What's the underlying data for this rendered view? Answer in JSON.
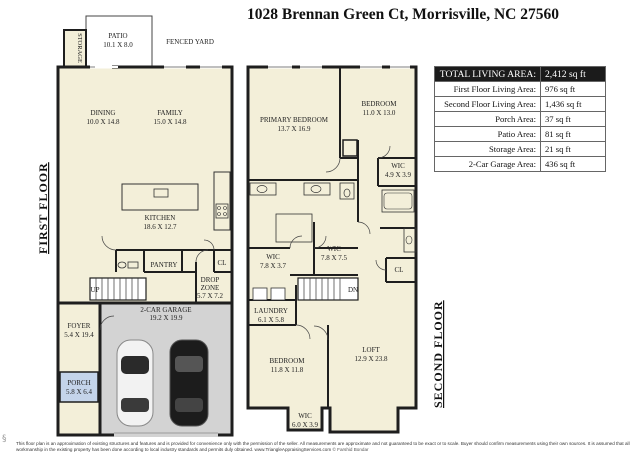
{
  "address": "1028 Brennan Green Ct, Morrisville, NC 27560",
  "first_floor": {
    "title": "FIRST FLOOR",
    "rooms": {
      "storage": "STORAGE",
      "patio_name": "PATIO",
      "patio_dim": "10.1 X 8.0",
      "fenced_yard": "FENCED YARD",
      "dining_name": "DINING",
      "dining_dim": "10.0 X 14.8",
      "family_name": "FAMILY",
      "family_dim": "15.0 X 14.8",
      "kitchen_name": "KITCHEN",
      "kitchen_dim": "18.6 X 12.7",
      "pantry": "PANTRY",
      "cl": "CL",
      "drop_name": "DROP",
      "drop_name2": "ZONE",
      "drop_dim": "5.7 X 7.2",
      "up": "UP",
      "garage_name": "2-CAR GARAGE",
      "garage_dim": "19.2 X 19.9",
      "foyer_name": "FOYER",
      "foyer_dim": "5.4 X 19.4",
      "porch_name": "PORCH",
      "porch_dim": "5.8 X 6.4"
    }
  },
  "second_floor": {
    "title": "SECOND FLOOR",
    "rooms": {
      "primary_name": "PRIMARY BEDROOM",
      "primary_dim": "13.7 X 16.9",
      "bed1_name": "BEDROOM",
      "bed1_dim": "11.0 X 13.0",
      "wic1_name": "WIC",
      "wic1_dim": "4.9 X 3.9",
      "wic2_name": "WIC",
      "wic2_dim": "7.8 X 3.7",
      "wic3_name": "WIC",
      "wic3_dim": "7.8 X 7.5",
      "cl": "CL",
      "dn": "DN",
      "laundry_name": "LAUNDRY",
      "laundry_dim": "6.1 X 5.8",
      "bed2_name": "BEDROOM",
      "bed2_dim": "11.8 X 11.8",
      "loft_name": "LOFT",
      "loft_dim": "12.9 X 23.8",
      "wic4_name": "WIC",
      "wic4_dim": "6.0 X 3.9"
    }
  },
  "areas": {
    "rows": [
      {
        "label": "TOTAL LIVING AREA:",
        "value": "2,412 sq ft"
      },
      {
        "label": "First Floor Living Area:",
        "value": "976 sq ft"
      },
      {
        "label": "Second Floor Living Area:",
        "value": "1,436 sq ft"
      },
      {
        "label": "Porch Area:",
        "value": "37 sq ft"
      },
      {
        "label": "Patio Area:",
        "value": "81 sq ft"
      },
      {
        "label": "Storage Area:",
        "value": "21 sq ft"
      },
      {
        "label": "2-Car Garage Area:",
        "value": "436 sq ft"
      }
    ]
  },
  "disclaimer": {
    "text": "This floor plan is an approximation of existing structures and features and is provided for convenience only with the permission of the seller. All measurements are approximate and not guaranteed to be exact or to scale. Buyer should confirm measurements using their own sources. It is assumed that all workmanship in the existing property has been done according to local industry standards and permits duly obtained.",
    "site": "www.TriangleAppraisingServices.com",
    "copyright": "© Farshid Bondar"
  },
  "colors": {
    "floor_fill": "#f3efd9",
    "garage_fill": "#d3d3d3",
    "porch_fill": "#c4d4ea",
    "wall": "#1e1e1e",
    "table_header": "#1b1b1b"
  }
}
